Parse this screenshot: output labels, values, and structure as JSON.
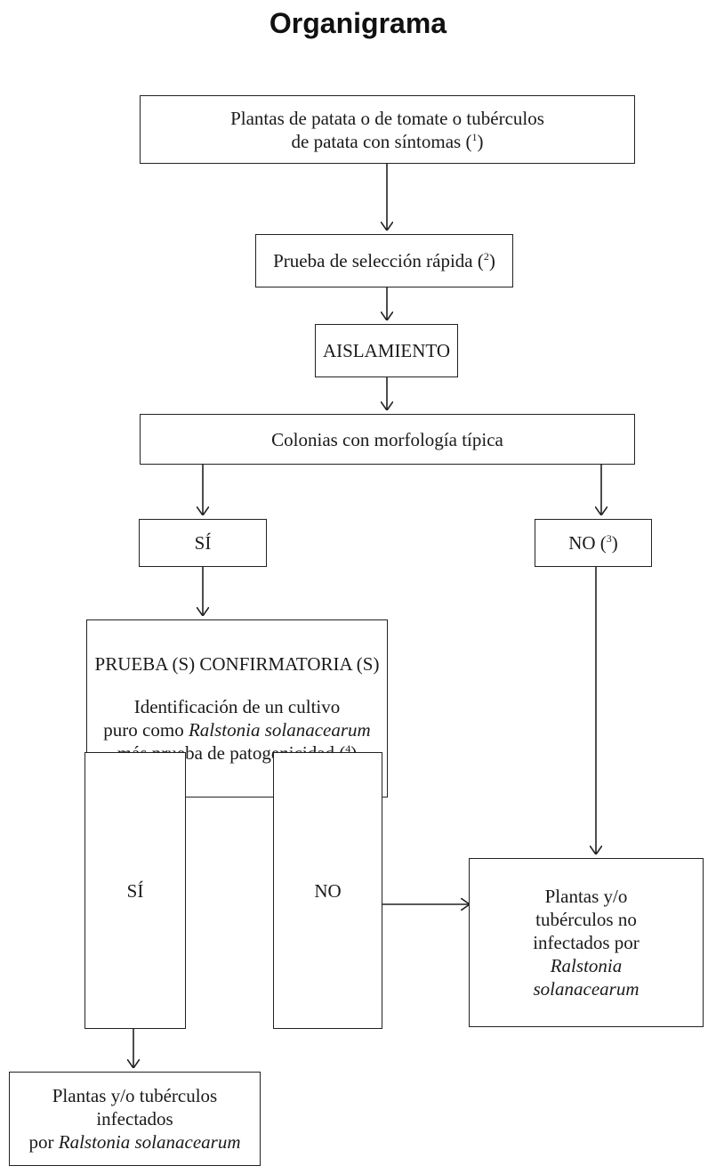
{
  "title": "Organigrama",
  "nodes": {
    "start": {
      "line1": "Plantas de patata o de tomate o tubérculos",
      "line2": "de patata con síntomas (",
      "note": "1",
      "close": ")"
    },
    "rapid_test": {
      "text": "Prueba de selección rápida  (",
      "note": "2",
      "close": ")"
    },
    "isolation": {
      "text": "AISLAMIENTO"
    },
    "typical_colonies": {
      "text": "Colonias con morfología típica"
    },
    "yes_1": {
      "text": "SÍ"
    },
    "no_1": {
      "text": "NO (",
      "note": "3",
      "close": ")"
    },
    "confirm": {
      "heading": "PRUEBA (S) CONFIRMATORIA (S)",
      "line1": "Identificación de un cultivo",
      "line2_prefix": "puro como ",
      "line2_italic": "Ralstonia solanacearum",
      "line3": "más prueba de patogenicidad (",
      "note": "4",
      "close": ")"
    },
    "yes_2": {
      "text": "SÍ"
    },
    "no_2": {
      "text": "NO"
    },
    "not_infected": {
      "line1": "Plantas y/o",
      "line2": "tubérculos no",
      "line3": "infectados por",
      "line4": "Ralstonia",
      "line5": "solanacearum"
    },
    "infected": {
      "line1": "Plantas y/o tubérculos",
      "line2": "infectados",
      "line3_prefix": "por ",
      "line3_italic": "Ralstonia solanacearum"
    }
  }
}
